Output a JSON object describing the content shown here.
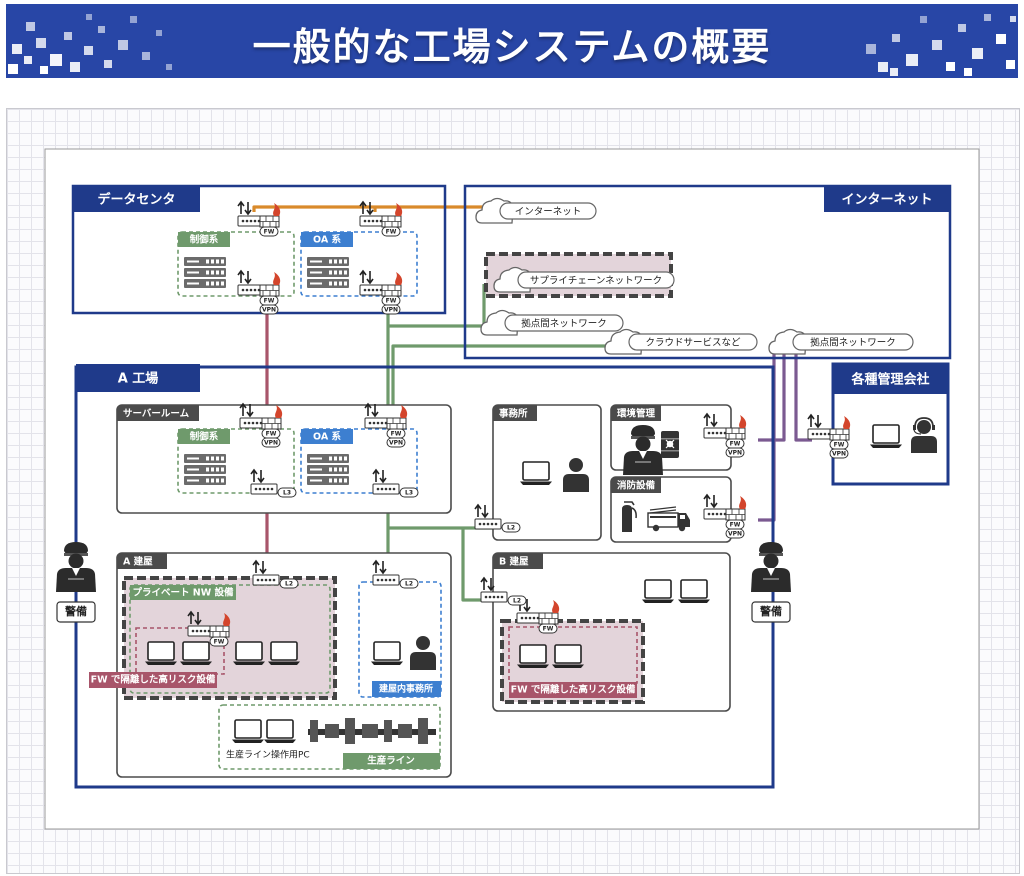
{
  "title": "一般的な工場システムの概要",
  "zones": {
    "datacenter": "データセンタ",
    "internet": "インターネット",
    "factory_a": "A 工場",
    "mgmt_company": "各種管理会社",
    "server_room": "サーバールーム",
    "office": "事務所",
    "env_mgmt": "環境管理",
    "fire": "消防設備",
    "bldg_a": "A 建屋",
    "bldg_b": "B 建屋"
  },
  "segments": {
    "control": "制御系",
    "oa": "OA 系",
    "private_nw": "プライベート NW 設備",
    "high_risk": "FW で隔離した高リスク設備",
    "bldg_office": "建屋内事務所",
    "line_pc": "生産ライン操作用PC",
    "line": "生産ライン"
  },
  "clouds": {
    "internet": "インターネット",
    "supply": "サプライチェーンネットワーク",
    "base1": "拠点間ネットワーク",
    "cloud": "クラウドサービスなど",
    "base2": "拠点間ネットワーク"
  },
  "tags": {
    "fw": "FW",
    "vpn": "VPN",
    "l2": "L2",
    "l3": "L3"
  },
  "guard": "警備",
  "colors": {
    "header_blue": "#2846a6",
    "zone_navy": "#1f3a8a",
    "zone_gray": "#4b4b4b",
    "control_green": "#6f9a6c",
    "oa_blue": "#3d7fd0",
    "line_orange": "#d98a2b",
    "line_red": "#a8556a",
    "line_green": "#6f9a6c",
    "line_purple": "#7b5a91",
    "risk_fill": "#e3d4da",
    "fire_red": "#d3452c"
  },
  "icons": [
    "cloud-icon",
    "firewall-icon",
    "router-icon",
    "server-icon",
    "laptop-icon",
    "person-icon",
    "guard-icon",
    "police-icon",
    "hazard-drum-icon",
    "fire-extinguisher-icon",
    "fire-truck-icon",
    "headset-operator-icon",
    "production-line-icon"
  ]
}
